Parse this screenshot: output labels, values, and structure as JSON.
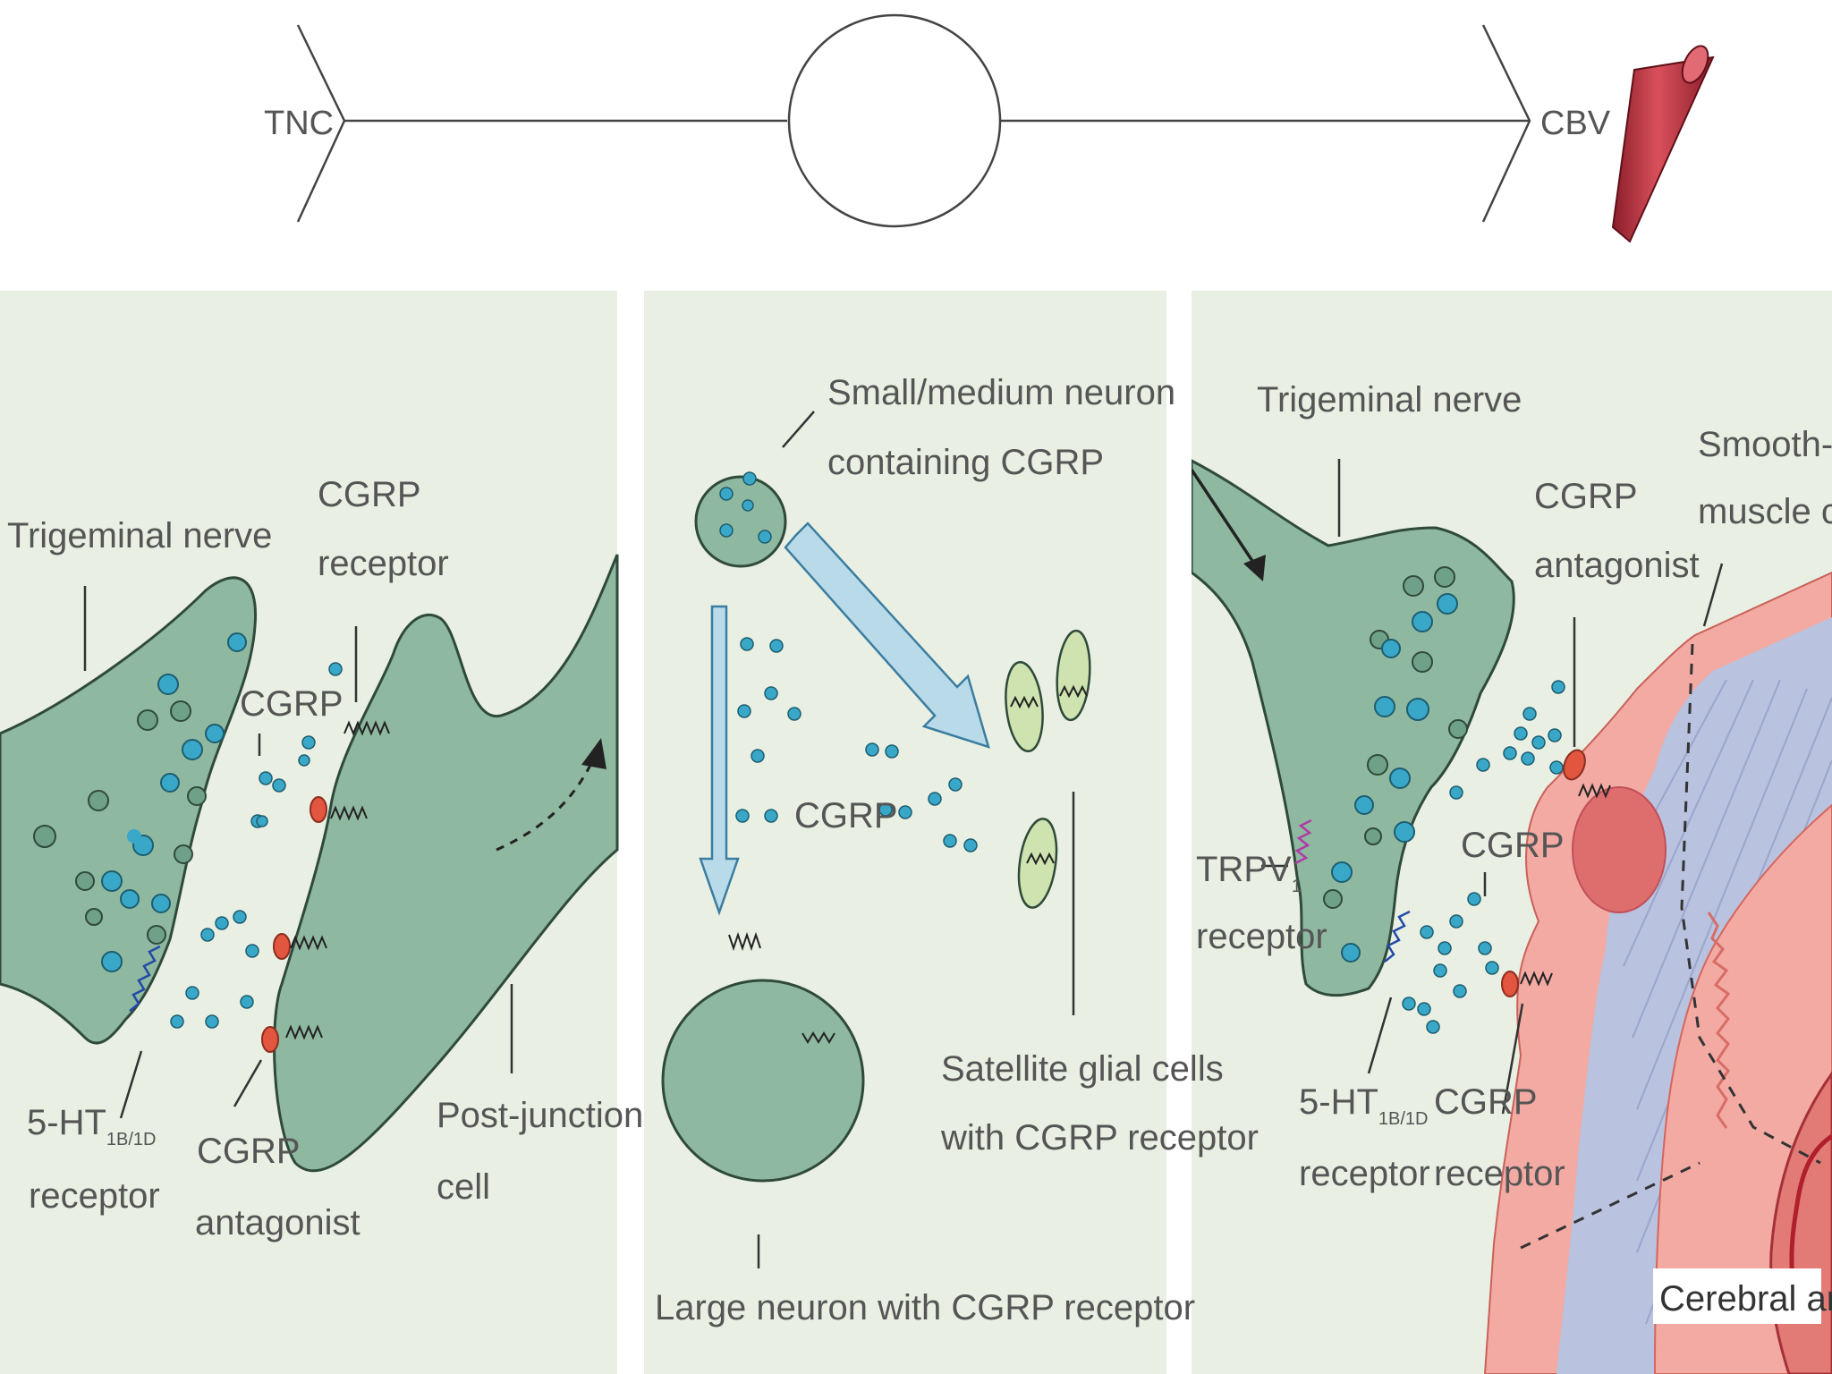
{
  "top_pathway": {
    "left_label": "TNC",
    "right_label": "CBV"
  },
  "panel_left": {
    "trigeminal_nerve": "Trigeminal nerve",
    "cgrp_receptor_line1": "CGRP",
    "cgrp_receptor_line2": "receptor",
    "cgrp": "CGRP",
    "ht_receptor_main": "5-HT",
    "ht_receptor_sub": "1B/1D",
    "ht_receptor_line2": "receptor",
    "antagonist_line1": "CGRP",
    "antagonist_line2": "antagonist",
    "postjunction_line1": "Post-junction",
    "postjunction_line2": "cell"
  },
  "panel_middle": {
    "small_neuron_line1": "Small/medium neuron",
    "small_neuron_line2": "containing CGRP",
    "cgrp": "CGRP",
    "satellite_line1": "Satellite glial cells",
    "satellite_line2": "with CGRP receptor",
    "large_neuron": "Large neuron with CGRP receptor"
  },
  "panel_right": {
    "trigeminal_nerve": "Trigeminal nerve",
    "smooth_line1": "Smooth-",
    "smooth_line2": "muscle cell",
    "antagonist_line1": "CGRP",
    "antagonist_line2": "antagonist",
    "trpv_main": "TRPV",
    "trpv_sub": "1",
    "trpv_line2": "receptor",
    "cgrp": "CGRP",
    "ht_receptor_main": "5-HT",
    "ht_receptor_sub": "1B/1D",
    "ht_receptor_line2": "receptor",
    "cgrp_receptor_line1": "CGRP",
    "cgrp_receptor_line2": "receptor",
    "cerebral_artery": "Cerebral artery"
  },
  "colors": {
    "panel_bg": "#e9f0e3",
    "nerve": "#8fb8a0",
    "nerve_stroke": "#2f4a3a",
    "vesicle": "#39a8c8",
    "antagonist": "#e2553f",
    "glia": "#cfe3b0",
    "arrow_fill": "#b9dbe9",
    "vessel": "#c2323f",
    "artery_pink": "#f2aaa3",
    "artery_blue": "#b9c2de"
  }
}
